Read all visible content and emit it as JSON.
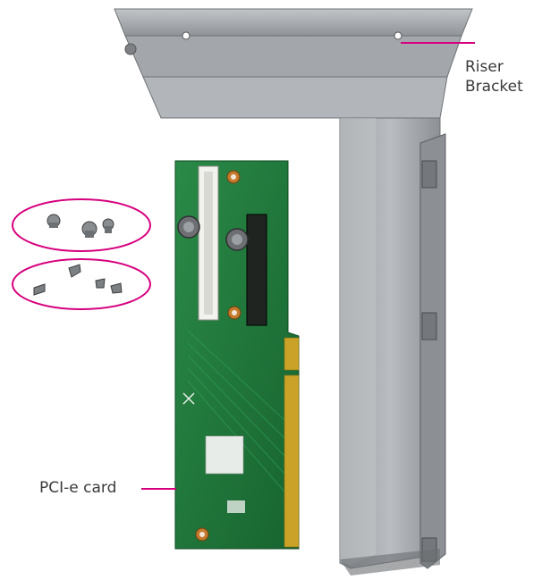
{
  "callouts": {
    "riser_bracket": {
      "line1": "Riser",
      "line2": "Bracket"
    },
    "pcie_card": "PCI-e card"
  },
  "colors": {
    "callout_line": "#d6007e",
    "label_text": "#3a3a3a",
    "pcb_green": "#1f7a3c",
    "bracket_metal": "#a9adb1",
    "gold_contacts": "#c9a227"
  }
}
